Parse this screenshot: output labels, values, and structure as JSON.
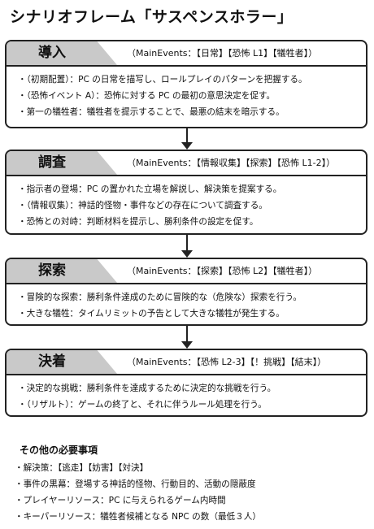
{
  "title": "シナリオフレーム「サスペンスホラー」",
  "sections": [
    {
      "name": "導入",
      "events": "（MainEvents：【日常】【恐怖 L1】【犠牲者】）",
      "bullets": [
        "・（初期配置）：PC の日常を描写し、ロールプレイのパターンを把握する。",
        "・（恐怖イベント A）：恐怖に対する PC の最初の意思決定を促す。",
        "・第一の犠牲者：犠牲者を提示することで、最悪の結末を暗示する。"
      ]
    },
    {
      "name": "調査",
      "events": "（MainEvents：【情報収集】【探索】【恐怖 L1-2】）",
      "bullets": [
        "・指示者の登場：PC の置かれた立場を解説し、解決策を提案する。",
        "・（情報収集）：神話的怪物・事件などの存在について調査する。",
        "・恐怖との対峙：判断材料を提示し、勝利条件の設定を促す。"
      ]
    },
    {
      "name": "探索",
      "events": "（MainEvents：【探索】【恐怖 L2】【犠牲者】）",
      "bullets": [
        "・冒険的な探索：勝利条件達成のために冒険的な（危険な）探索を行う。",
        "・大きな犠牲：タイムリミットの予告として大きな犠牲が発生する。"
      ]
    },
    {
      "name": "決着",
      "events": "（MainEvents：【恐怖 L2-3】【！挑戦】【結末】）",
      "bullets": [
        "・決定的な挑戦：勝利条件を達成するために決定的な挑戦を行う。",
        "・（リザルト）：ゲームの終了と、それに伴うルール処理を行う。"
      ]
    }
  ],
  "other": {
    "title": "その他の必要事項",
    "items": [
      "・解決策：【逃走】【妨害】【対決】",
      "・事件の黒幕：登場する神話的怪物、行動目的、活動の隠蔽度",
      "・プレイヤーリソース：PC に与えられるゲーム内時間",
      "・キーパーリソース：犠牲者候補となる NPC の数（最低３人）"
    ]
  }
}
